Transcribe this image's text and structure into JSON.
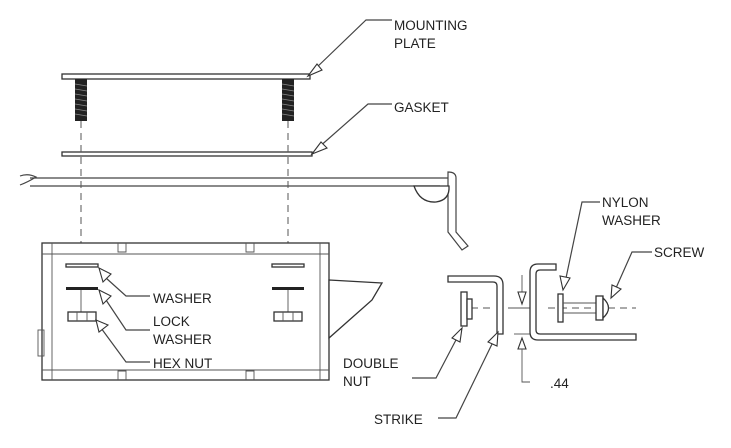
{
  "labels": {
    "mounting_plate_line1": "MOUNTING",
    "mounting_plate_line2": "PLATE",
    "gasket": "GASKET",
    "nylon_washer_line1": "NYLON",
    "nylon_washer_line2": "WASHER",
    "screw": "SCREW",
    "washer": "WASHER",
    "lock_washer_line1": "LOCK",
    "lock_washer_line2": "WASHER",
    "hex_nut": "HEX NUT",
    "double_nut_line1": "DOUBLE",
    "double_nut_line2": "NUT",
    "strike": "STRIKE",
    "dimension": ".44"
  }
}
